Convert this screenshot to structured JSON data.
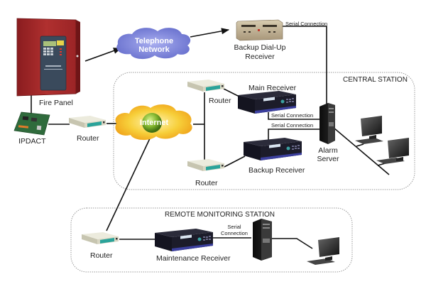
{
  "diagram": {
    "regions": {
      "central_station": "CENTRAL STATION",
      "remote_monitoring_station": "REMOTE MONITORING STATION"
    },
    "nodes": {
      "fire_panel": "Fire Panel",
      "ipdact": "IPDACT",
      "router_left": "Router",
      "telephone_network": [
        "Telephone",
        "Network"
      ],
      "internet": "Internet",
      "backup_dialup_receiver": [
        "Backup Dial-Up",
        "Receiver"
      ],
      "router_central_top": "Router",
      "router_central_bottom": "Router",
      "main_receiver": "Main Receiver",
      "backup_receiver": "Backup Receiver",
      "alarm_server": [
        "Alarm",
        "Server"
      ],
      "router_remote": "Router",
      "maintenance_receiver": "Maintenance Receiver"
    },
    "connection_labels": {
      "serial_dialup": "Serial Connection",
      "serial_main": "Serial Connection",
      "serial_backup": "Serial Connection",
      "serial_remote": [
        "Serial",
        "Connection"
      ]
    },
    "colors": {
      "panel_red": "#a3262a",
      "telephone_cloud": "#7d84d8",
      "internet_cloud": "#f5c531",
      "globe_green": "#7fb32c",
      "receiver_dark": "#1c1c2a",
      "receiver_accent": "#3b3f9e",
      "router_beige": "#d9d7c4",
      "router_teal": "#2aa39a",
      "dialup_tan": "#b9a98a"
    }
  }
}
